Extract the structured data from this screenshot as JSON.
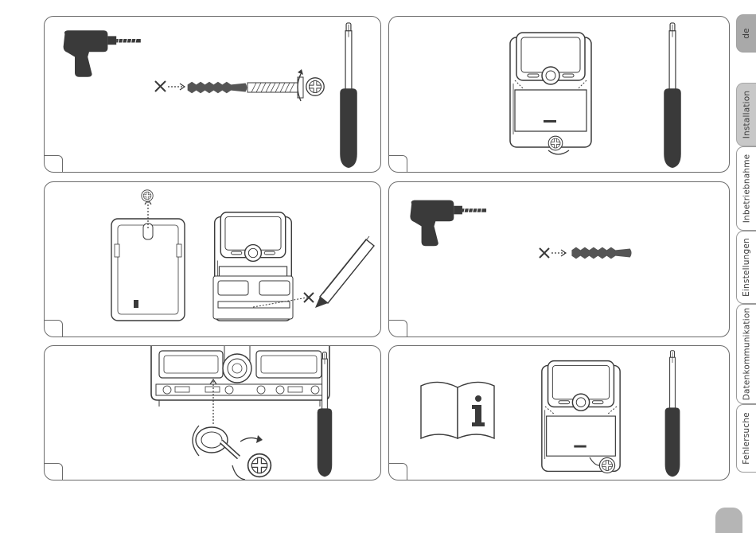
{
  "side_tabs": [
    {
      "label": "de",
      "state": "language"
    },
    {
      "label": "Installation",
      "state": "active"
    },
    {
      "label": "Inbetriebnahme",
      "state": "inactive"
    },
    {
      "label": "Einstellungen",
      "state": "inactive"
    },
    {
      "label": "Datenkommunikation",
      "state": "inactive"
    },
    {
      "label": "Fehlersuche",
      "state": "inactive"
    }
  ],
  "panels": [
    {
      "id": "drill-dowel-screw",
      "icons": [
        "drill-icon",
        "dowel-icon",
        "screw-icon",
        "screwdriver-icon"
      ]
    },
    {
      "id": "open-cover",
      "icons": [
        "controller-housing-icon",
        "screw-icon",
        "screwdriver-icon"
      ]
    },
    {
      "id": "mark-holes",
      "icons": [
        "base-plate-icon",
        "controller-housing-icon",
        "pencil-icon"
      ]
    },
    {
      "id": "drill-second-hole",
      "icons": [
        "drill-icon",
        "dowel-icon"
      ]
    },
    {
      "id": "fasten-base",
      "icons": [
        "terminal-detail-icon",
        "screw-icon",
        "screwdriver-icon"
      ]
    },
    {
      "id": "close-cover",
      "icons": [
        "manual-info-icon",
        "controller-housing-icon",
        "screw-icon",
        "screwdriver-icon"
      ]
    }
  ],
  "colors": {
    "ink": "#3a3a3a",
    "line": "#6a6a6a",
    "active_tab": "#c8c8c8",
    "lang_tab": "#a9a9a9"
  }
}
